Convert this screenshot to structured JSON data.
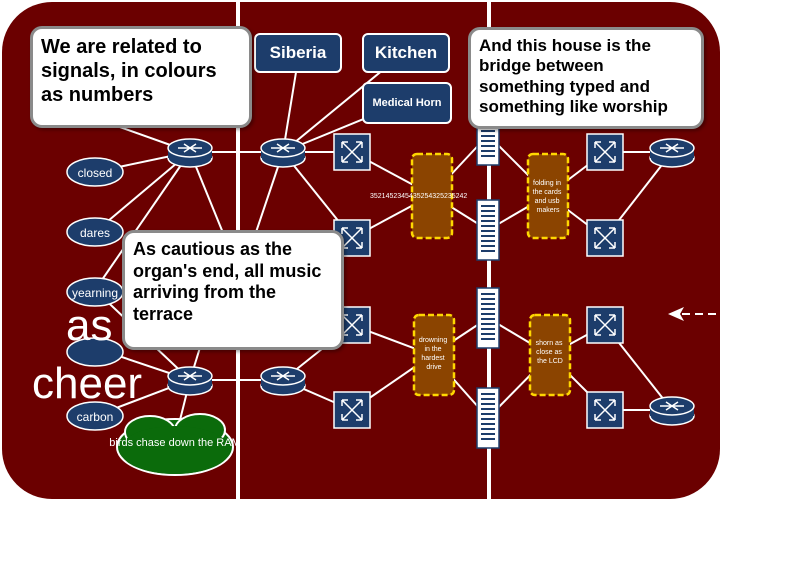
{
  "colors": {
    "background": "#6b0000",
    "device": "#1d3d6b",
    "link": "#ffffff",
    "appliance": "#8b4400",
    "appliance_border": "#ffd700",
    "cloud": "#1d3d6b",
    "green_cloud": "#0b6b0b",
    "callout_border": "#8a8a8a"
  },
  "callouts": {
    "top_left": "We are related to signals, in colours as numbers",
    "middle_left": "As cautious as the organ's end, all music arriving from the terrace",
    "top_right": "And this house is the bridge between something typed and something like worship"
  },
  "labels": {
    "siberia": "Siberia",
    "kitchen": "Kitchen",
    "medical_horn": "Medical Horn"
  },
  "clouds": {
    "closed": "closed",
    "dares": "dares",
    "yearning": "yearning",
    "carbon": "carbon",
    "birds": "birds chase down the RAM"
  },
  "big_words": {
    "as": "as",
    "cheer": "cheer"
  },
  "appliances": {
    "a1": "",
    "a2": "folding in the cards and usb makers",
    "a3": "drowning in the hardest drive",
    "a4": "shorn as close as the LCD"
  },
  "number_text": "3521452345435254325235242"
}
